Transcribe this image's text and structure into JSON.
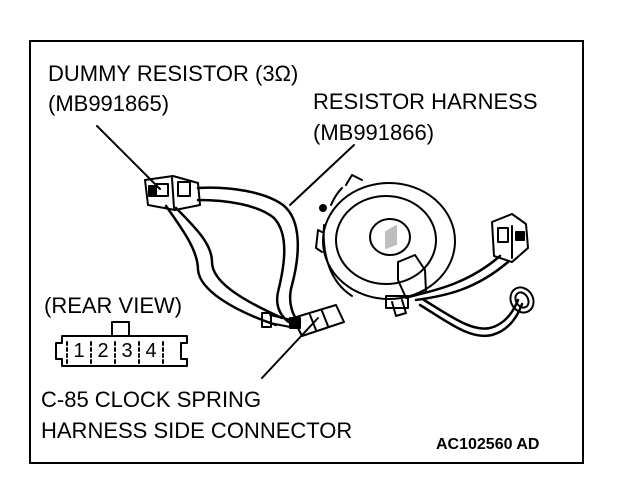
{
  "labels": {
    "dummy_resistor_line1": "DUMMY RESISTOR (3Ω)",
    "dummy_resistor_line2": "(MB991865)",
    "resistor_harness_line1": "RESISTOR HARNESS",
    "resistor_harness_line2": "(MB991866)",
    "rear_view": "(REAR VIEW)",
    "connector_line1": "C-85 CLOCK SPRING",
    "connector_line2": "HARNESS SIDE CONNECTOR",
    "figure_code": "AC102560 AD"
  },
  "connector_pins": [
    "1",
    "2",
    "3",
    "4"
  ]
}
